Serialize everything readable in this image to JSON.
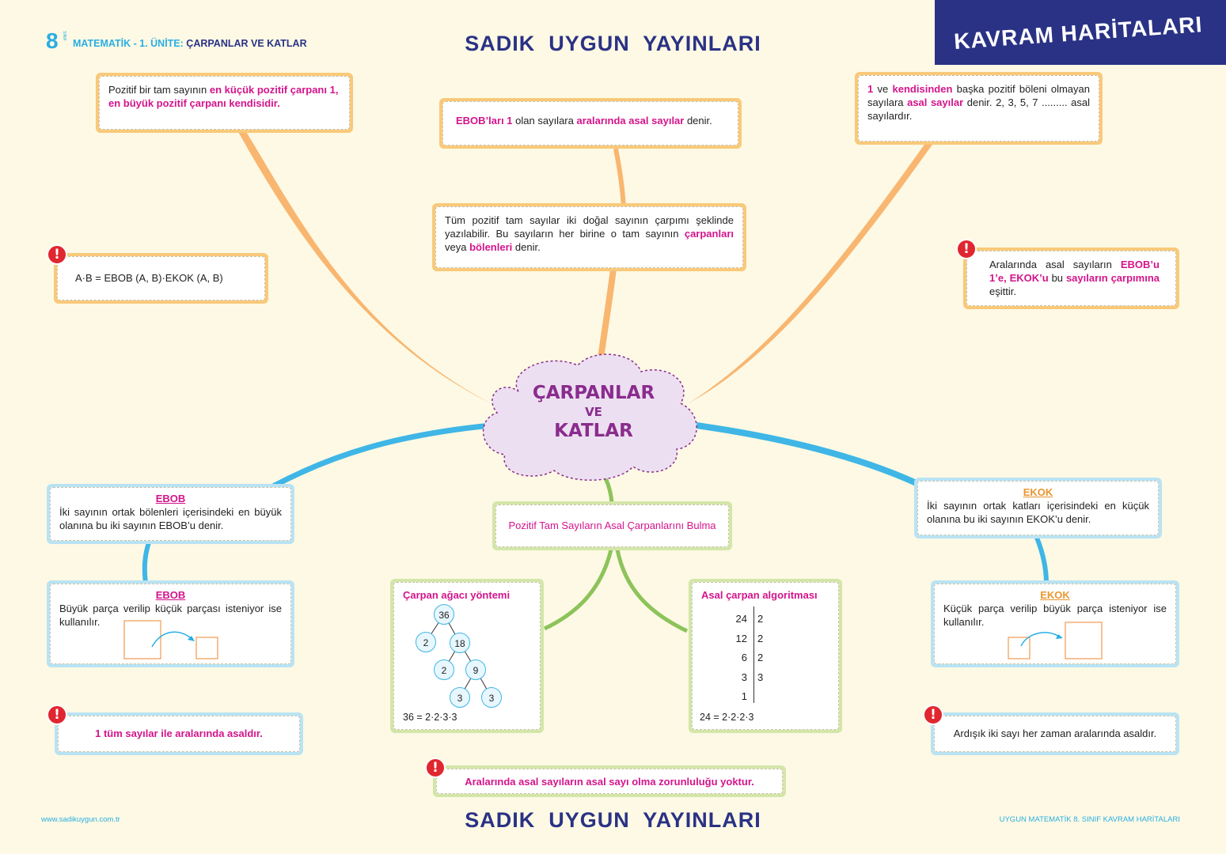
{
  "header": {
    "grade_number": "8",
    "grade_word": "SINIF",
    "subject_prefix": "MATEMATİK - 1. ÜNİTE:",
    "subject_title": "ÇARPANLAR VE KATLAR",
    "publisher": "SADIK  UYGUN  YAYINLARI",
    "badge": "KAVRAM HARİTALARI"
  },
  "center": {
    "line1": "ÇARPANLAR",
    "line2": "VE",
    "line3": "KATLAR"
  },
  "boxes": {
    "pos_factor": {
      "t1": "Pozitif bir tam sayının ",
      "b1": "en küçük pozitif çarpanı 1, en büyük pozitif çarpanı kendisidir."
    },
    "ebob_coprime": {
      "b1": "EBOB’ları 1",
      "t1": " olan sayılara ",
      "b2": "aralarında asal sayılar",
      "t2": " denir."
    },
    "prime_def": {
      "b1": "1",
      "t1": " ve ",
      "b2": "kendisinden",
      "t2": " başka pozitif böleni olmayan sayılara ",
      "b3": "asal sayılar",
      "t3": " denir. 2, 3, 5, 7 ......... asal sayılardır."
    },
    "factors_def": {
      "t1": "Tüm pozitif tam sayılar iki doğal sayının çarpımı şeklinde yazılabilir. Bu sayıların her birine o tam sayının ",
      "b1": "çarpanları",
      "t2": " veya ",
      "b2": "bölenleri",
      "t3": " denir."
    },
    "formula": {
      "text": "A·B = EBOB (A, B)·EKOK (A, B)"
    },
    "coprime_rule": {
      "t1": "Aralarında asal sayıların ",
      "b1": "EBOB’u 1’e, EKOK’u",
      "t2": " bu ",
      "b2": "sayıların çarpımına",
      "t3": " eşittir."
    },
    "ebob_def": {
      "title": "EBOB",
      "text": "İki sayının ortak bölenleri içerisindeki en büyük olanına bu iki sayının EBOB’u denir."
    },
    "ekok_def": {
      "title": "EKOK",
      "text": "İki sayının ortak katları içerisindeki en küçük olanına bu iki sayının EKOK’u denir."
    },
    "prime_factor_title": {
      "text": "Pozitif Tam Sayıların Asal Çarpanlarını Bulma"
    },
    "ebob_use": {
      "title": "EBOB",
      "text": "Büyük parça verilip küçük parçası isteniyor ise kullanılır."
    },
    "ekok_use": {
      "title": "EKOK",
      "text": "Küçük parça verilip büyük parça isteniyor ise kullanılır."
    },
    "tree": {
      "title": "Çarpan ağacı yöntemi",
      "nodes": [
        "36",
        "2",
        "18",
        "2",
        "9",
        "3",
        "3"
      ],
      "result": "36 = 2·2·3·3"
    },
    "algo": {
      "title": "Asal çarpan algoritması",
      "left": [
        "24",
        "12",
        "6",
        "3",
        "1"
      ],
      "right": [
        "2",
        "2",
        "2",
        "3"
      ],
      "result": "24 = 2·2·2·3"
    },
    "one_coprime": {
      "text": "1 tüm sayılar ile aralarında asaldır."
    },
    "consecutive": {
      "text": "Ardışık iki sayı her zaman aralarında asaldır."
    },
    "not_prime": {
      "text": "Aralarında asal sayıların asal sayı olma zorunluluğu yoktur."
    }
  },
  "warn_icon": "!",
  "footer": {
    "website": "www.sadikuygun.com.tr",
    "publisher": "SADIK  UYGUN  YAYINLARI",
    "series": "UYGUN MATEMATİK 8. SINIF KAVRAM HARİTALARI"
  },
  "colors": {
    "orange": "#f9c97a",
    "blue": "#b9e3f3",
    "green": "#d3e6a9",
    "magenta": "#d4148c",
    "navy": "#2a3285",
    "purple": "#8a2c8e"
  }
}
